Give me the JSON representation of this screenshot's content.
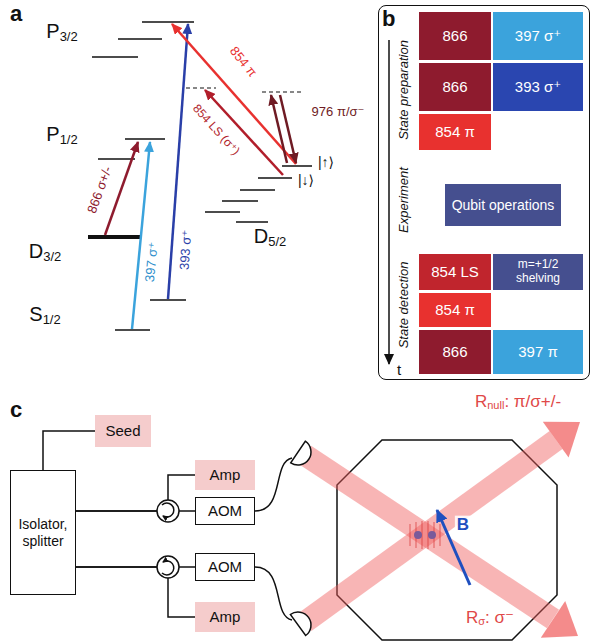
{
  "diagram": {
    "nodes": [
      {
        "text": [
          "b"
        ]
      },
      {
        "text": [
          "866"
        ],
        "in": 0
      },
      {
        "text": [
          "397 σ⁺"
        ],
        "in": 0
      },
      {
        "text": [
          "866"
        ],
        "in": 0
      },
      {
        "text": [
          "393 σ⁺"
        ],
        "in": 0
      },
      {
        "text": [
          "854 π"
        ],
        "in": 0
      },
      {
        "text": [
          "Qubit operations"
        ],
        "in": 0
      },
      {
        "text": [
          "854 LS"
        ],
        "in": 0
      },
      {
        "text": [
          "m=+1/2 shelving"
        ],
        "in": 0
      },
      {
        "text": [
          "854 π"
        ],
        "in": 0
      },
      {
        "text": [
          "866"
        ],
        "in": 0
      },
      {
        "text": [
          "397 π"
        ],
        "in": 0
      },
      {
        "text": [
          "Seed"
        ]
      },
      {
        "text": [
          "Isolator, splitter"
        ]
      },
      {
        "text": [
          "Amp"
        ]
      },
      {
        "text": [
          "AOM"
        ]
      },
      {
        "text": [
          "AOM"
        ]
      },
      {
        "text": [
          "Amp"
        ]
      }
    ],
    "edges": [
      {
        "from": 12,
        "to": 13,
        "arrow": "none"
      },
      {
        "from": 13,
        "to": 14,
        "arrow": "none"
      },
      {
        "from": 13,
        "to": 15,
        "arrow": "none"
      },
      {
        "from": 13,
        "to": 16,
        "arrow": "none"
      },
      {
        "from": 13,
        "to": 17,
        "arrow": "none"
      }
    ],
    "labels": [
      "a",
      "P3/2",
      "P1/2",
      "D3/2",
      "S1/2",
      "D5/2",
      "866 σ+/-",
      "397 σ⁺",
      "393 σ⁺",
      "854 π",
      "854 LS (σ⁺)",
      "976 π/σ⁻",
      "|↑⟩",
      "|↓⟩",
      "State preparation",
      "Experiment",
      "State detection",
      "t",
      "c",
      "Rnull: π/σ+/-",
      "Rσ: σ⁻",
      "B"
    ]
  }
}
